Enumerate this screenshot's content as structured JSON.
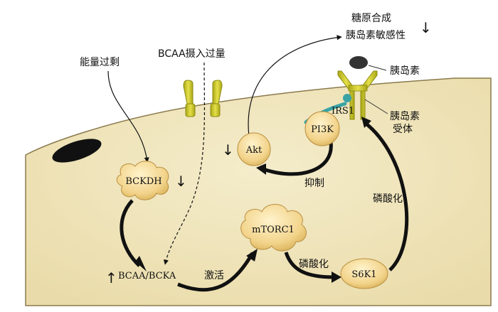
{
  "colors": {
    "cell_fill": "#f1e6c0",
    "cell_edge": "#8a7a4c",
    "node_fill": "#f1d48a",
    "receptor": "#c9c52a",
    "irs_teal": "#3aa3a5",
    "dark": "#111111"
  },
  "labels": {
    "energy_excess": "能量过剩",
    "bcaa_uptake": "BCAA摄入过量",
    "glycogen": "糖原合成",
    "insulin_sensitivity": "胰岛素敏感性",
    "down_arrow_top": "↓",
    "insulin": "胰岛素",
    "irs1": "IRS1",
    "insulin_receptor_1": "胰岛素",
    "insulin_receptor_2": "受体",
    "inhibit": "抑制",
    "phosphorylation_right": "磷酸化",
    "phosphorylation_bottom": "磷酸化",
    "activate": "激活",
    "down_arrow_bckdh": "↓",
    "down_arrow_akt": "↓",
    "up_arrow_bcaa": "↑"
  },
  "nodes": {
    "bckdh": "BCKDH",
    "akt": "Akt",
    "pi3k": "PI3K",
    "mtorc1": "mTORC1",
    "s6k1": "S6K1",
    "bcaa_bcka": "BCAA/BCKA"
  }
}
